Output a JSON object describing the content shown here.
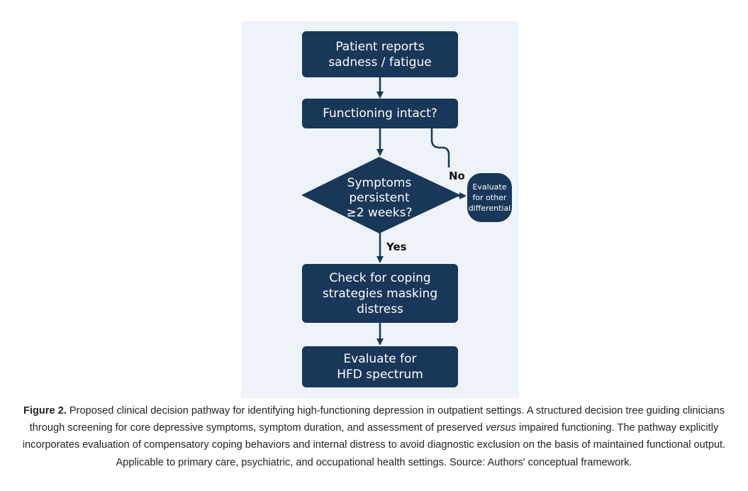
{
  "diagram": {
    "start": "Patient reports\nsadness / fatigue",
    "functioning": "Functioning intact?",
    "symptoms": "Symptoms\npersistent\n≥2 weeks?",
    "no_label": "No",
    "yes_label": "Yes",
    "differential": "Evaluate\nfor other\ndifferential",
    "coping": "Check for coping\nstrategies masking\ndistress",
    "hfd": "Evaluate for\nHFD spectrum",
    "colors": {
      "node": "#193758",
      "edge": "#193758",
      "panel": "#edf3f8"
    }
  },
  "caption": {
    "label": "Figure 2.",
    "text_1": " Proposed clinical decision pathway for identifying high-functioning depression in outpatient settings. A structured decision tree guiding clinicians through screening for core depressive symptoms, symptom duration, and assessment of preserved ",
    "italic": "versus",
    "text_2": " impaired functioning. The pathway explicitly incorporates evaluation of compensatory coping behaviors and internal distress to avoid diagnostic exclusion on the basis of maintained functional output. Applicable to primary care, psychiatric, and occupational health settings. Source: Authors' conceptual framework."
  }
}
